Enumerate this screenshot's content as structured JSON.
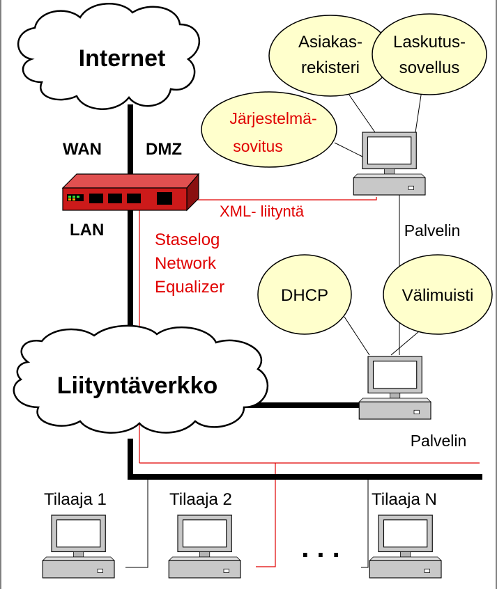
{
  "clouds": {
    "internet": "Internet",
    "access_network": "Liityntäverkko"
  },
  "ports": {
    "wan": "WAN",
    "dmz": "DMZ",
    "lan": "LAN"
  },
  "device": {
    "name_line1": "Staselog",
    "name_line2": "Network",
    "name_line3": "Equalizer"
  },
  "links": {
    "xml_interface": "XML- liityntä"
  },
  "bubbles": {
    "customer_register_line1": "Asiakas-",
    "customer_register_line2": "rekisteri",
    "billing_line1": "Laskutus-",
    "billing_line2": "sovellus",
    "integration_line1": "Järjestelmä-",
    "integration_line2": "sovitus",
    "dhcp": "DHCP",
    "cache": "Välimuisti"
  },
  "servers": {
    "upper_label": "Palvelin",
    "lower_label": "Palvelin"
  },
  "subscribers": {
    "first": "Tilaaja 1",
    "second": "Tilaaja 2",
    "last": "Tilaaja N",
    "ellipsis": ". . ."
  },
  "colors": {
    "accent_red": "#e00000",
    "bubble_fill": "#ffffcc",
    "device_red": "#cc1a1a",
    "computer_gray": "#c0c0c0"
  }
}
